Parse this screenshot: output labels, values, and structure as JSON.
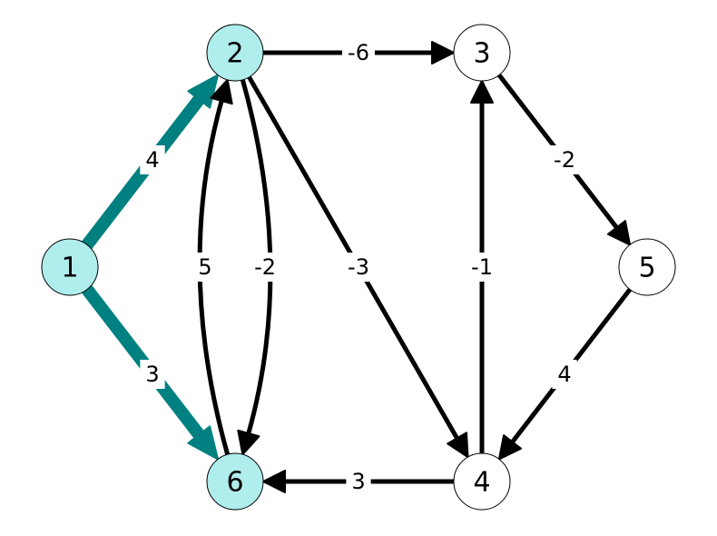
{
  "graph": {
    "nodes": [
      {
        "id": "1",
        "label": "1",
        "fill": "#b0eded"
      },
      {
        "id": "2",
        "label": "2",
        "fill": "#b0eded"
      },
      {
        "id": "3",
        "label": "3",
        "fill": "#ffffff"
      },
      {
        "id": "4",
        "label": "4",
        "fill": "#ffffff"
      },
      {
        "id": "5",
        "label": "5",
        "fill": "#ffffff"
      },
      {
        "id": "6",
        "label": "6",
        "fill": "#b0eded"
      }
    ],
    "edges": [
      {
        "from": "1",
        "to": "2",
        "label": "4",
        "highlighted": true
      },
      {
        "from": "1",
        "to": "6",
        "label": "3",
        "highlighted": true
      },
      {
        "from": "2",
        "to": "3",
        "label": "-6"
      },
      {
        "from": "2",
        "to": "6",
        "label": "-2"
      },
      {
        "from": "6",
        "to": "2",
        "label": "5"
      },
      {
        "from": "2",
        "to": "4",
        "label": "-3"
      },
      {
        "from": "3",
        "to": "5",
        "label": "-2"
      },
      {
        "from": "4",
        "to": "3",
        "label": "-1"
      },
      {
        "from": "5",
        "to": "4",
        "label": "4"
      },
      {
        "from": "4",
        "to": "6",
        "label": "3"
      }
    ],
    "colors": {
      "edge": "#000000",
      "highlight": "#008080",
      "visited_node": "#b0eded",
      "node_stroke": "#000000"
    }
  }
}
